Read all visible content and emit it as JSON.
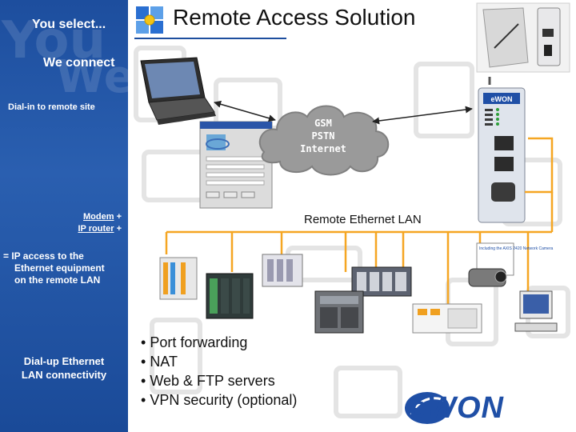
{
  "branding": {
    "line1": "You select...",
    "line2": "We connect",
    "watermark_you": "You",
    "watermark_we": "We"
  },
  "title": "Remote Access Solution",
  "left_panel": {
    "dialin": "Dial-in to remote site",
    "modem": "Modem",
    "plus1": " +",
    "ip_router": "IP router",
    "plus2": " +",
    "ip_access_line1": "= IP access to the",
    "ip_access_line2": "Ethernet equipment",
    "ip_access_line3": "on the remote LAN",
    "dialup_line1": "Dial-up Ethernet",
    "dialup_line2": "LAN connectivity"
  },
  "cloud": {
    "line1": "GSM",
    "line2": "PSTN",
    "line3": "Internet"
  },
  "lan_label": "Remote Ethernet LAN",
  "features": [
    "Port forwarding",
    "NAT",
    "Web & FTP servers",
    "VPN security (optional)"
  ],
  "device_labels": {
    "ewon_badge": "eWON",
    "camera_card": "Including the AXIS 2420 Network Camera"
  },
  "logo_text": "eWON",
  "colors": {
    "panel_blue": "#1d4e9e",
    "lan_orange": "#f5a623",
    "cloud_gray": "#9a9a9a",
    "logo_blue": "#1f4fa6"
  }
}
